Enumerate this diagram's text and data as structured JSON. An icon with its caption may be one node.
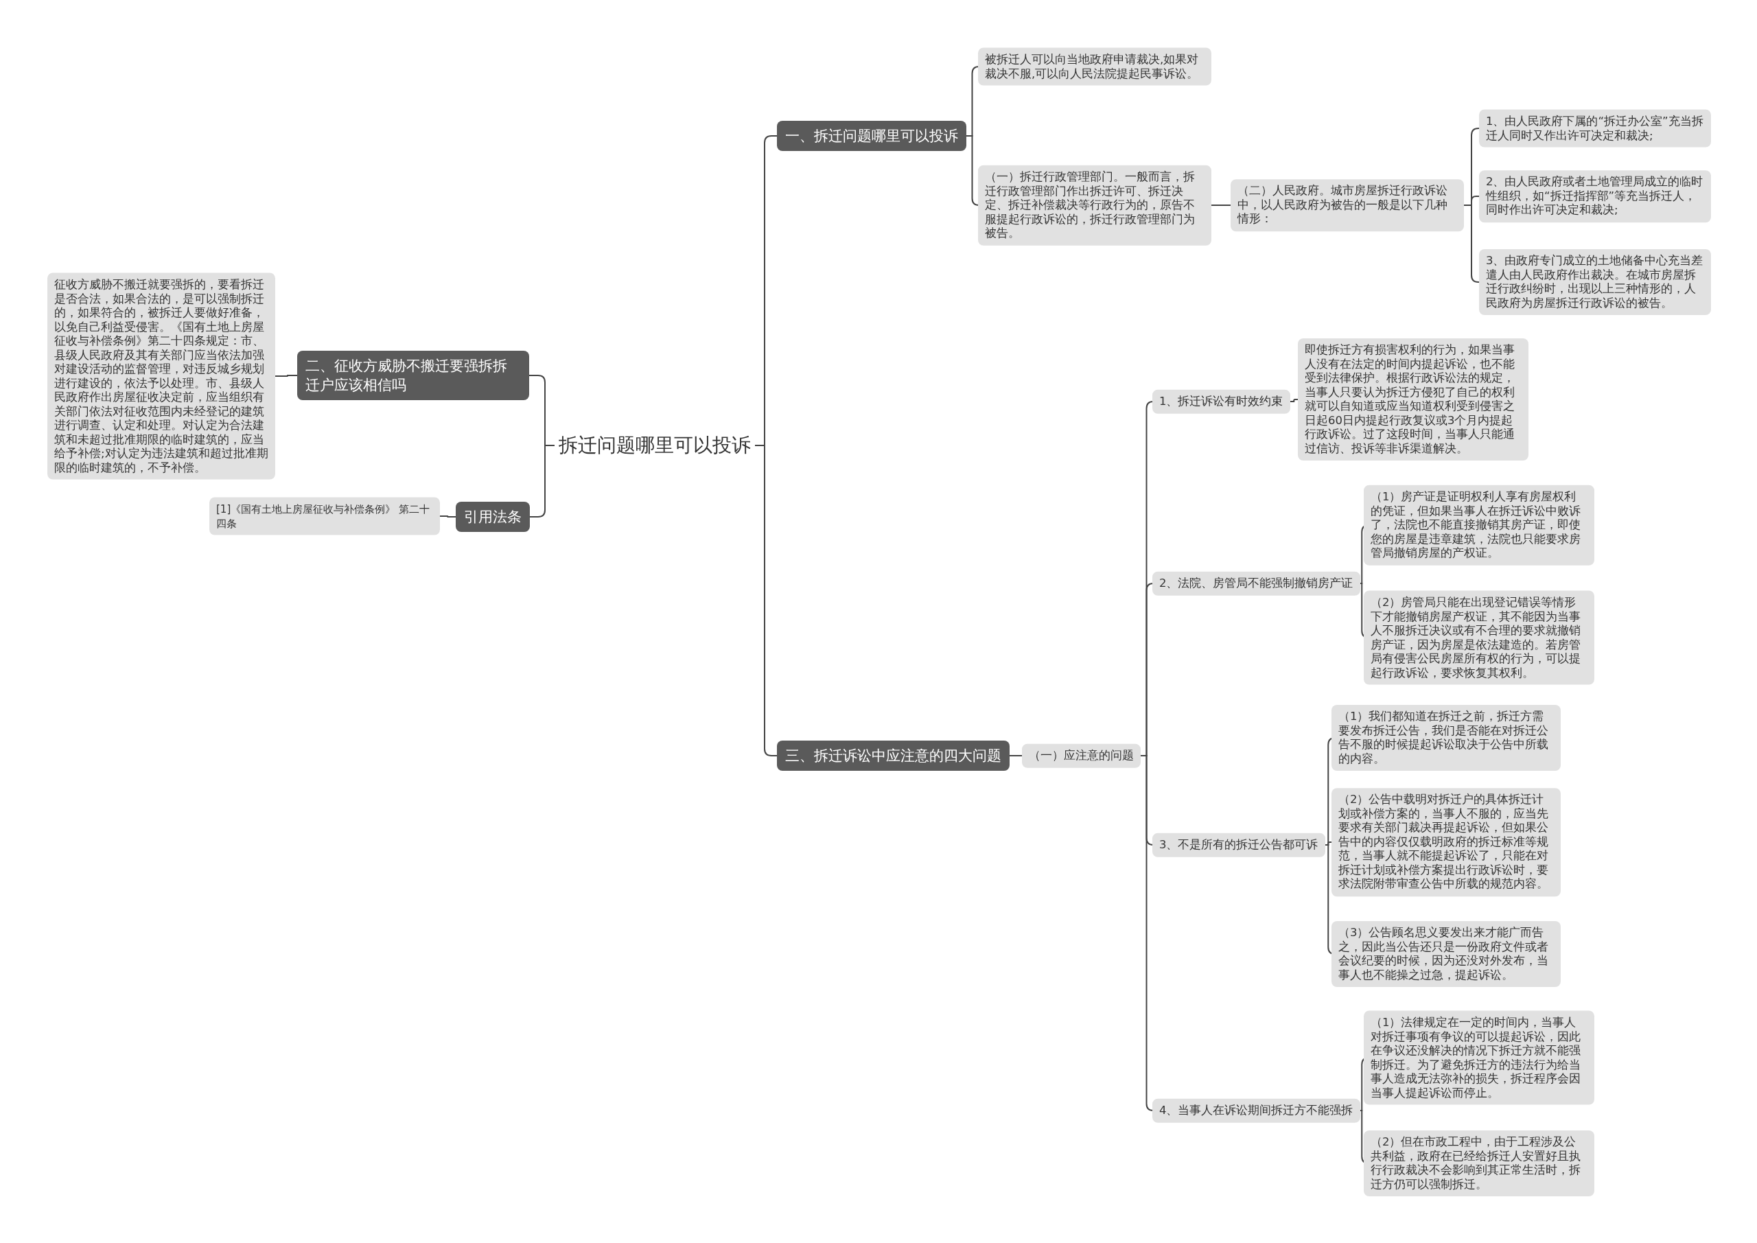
{
  "diagram": {
    "nodes": [
      {
        "text": [
          "拆迁问题哪里可以投诉"
        ]
      },
      {
        "text": [
          "一、拆迁问题哪里可以投诉"
        ]
      },
      {
        "text": [
          "被拆迁人可以向当地政府申请裁决,如果对裁决不服,可以向人民法院提起民事诉讼。"
        ]
      },
      {
        "text": [
          "（一）拆迁行政管理部门。一般而言，拆迁行政管理部门作出拆迁许可、拆迁决定、拆迁补偿裁决等行政行为的，原告不服提起行政诉讼的，拆迁行政管理部门为被告。"
        ]
      },
      {
        "text": [
          "（二）人民政府。城市房屋拆迁行政诉讼中，以人民政府为被告的一般是以下几种情形："
        ]
      },
      {
        "text": [
          "1、由人民政府下属的“拆迁办公室”充当拆迁人同时又作出许可决定和裁决;"
        ]
      },
      {
        "text": [
          "2、由人民政府或者土地管理局成立的临时性组织，如“拆迁指挥部”等充当拆迁人，同时作出许可决定和裁决;"
        ]
      },
      {
        "text": [
          "3、由政府专门成立的土地储备中心充当差遣人由人民政府作出裁决。在城市房屋拆迁行政纠纷时，出现以上三种情形的，人民政府为房屋拆迁行政诉讼的被告。"
        ]
      },
      {
        "text": [
          "三、拆迁诉讼中应注意的四大问题"
        ]
      },
      {
        "text": [
          "（一）应注意的问题"
        ]
      },
      {
        "text": [
          "1、拆迁诉讼有时效约束"
        ]
      },
      {
        "text": [
          "即使拆迁方有损害权利的行为，如果当事人没有在法定的时间内提起诉讼，也不能受到法律保护。根据行政诉讼法的规定，当事人只要认为拆迁方侵犯了自己的权利就可以自知道或应当知道权利受到侵害之日起60日内提起行政复议或3个月内提起行政诉讼。过了这段时间，当事人只能通过信访、投诉等非诉渠道解决。"
        ]
      },
      {
        "text": [
          "2、法院、房管局不能强制撤销房产证"
        ]
      },
      {
        "text": [
          "（1）房产证是证明权利人享有房屋权利的凭证，但如果当事人在拆迁诉讼中败诉了，法院也不能直接撤销其房产证，即使您的房屋是违章建筑，法院也只能要求房管局撤销房屋的产权证。"
        ]
      },
      {
        "text": [
          "（2）房管局只能在出现登记错误等情形下才能撤销房屋产权证，其不能因为当事人不服拆迁决议或有不合理的要求就撤销房产证，因为房屋是依法建造的。若房管局有侵害公民房屋所有权的行为，可以提起行政诉讼，要求恢复其权利。"
        ]
      },
      {
        "text": [
          "3、不是所有的拆迁公告都可诉"
        ]
      },
      {
        "text": [
          "（1）我们都知道在拆迁之前，拆迁方需要发布拆迁公告，我们是否能在对拆迁公告不服的时候提起诉讼取决于公告中所载的内容。"
        ]
      },
      {
        "text": [
          "（2）公告中载明对拆迁户的具体拆迁计划或补偿方案的，当事人不服的，应当先要求有关部门裁决再提起诉讼，但如果公告中的内容仅仅载明政府的拆迁标准等规范，当事人就不能提起诉讼了，只能在对拆迁计划或补偿方案提出行政诉讼时，要求法院附带审查公告中所载的规范内容。"
        ]
      },
      {
        "text": [
          "（3）公告顾名思义要发出来才能广而告之，因此当公告还只是一份政府文件或者会议纪要的时候，因为还没对外发布，当事人也不能操之过急，提起诉讼。"
        ]
      },
      {
        "text": [
          "4、当事人在诉讼期间拆迁方不能强拆"
        ]
      },
      {
        "text": [
          "（1）法律规定在一定的时间内，当事人对拆迁事项有争议的可以提起诉讼，因此在争议还没解决的情况下拆迁方就不能强制拆迁。为了避免拆迁方的违法行为给当事人造成无法弥补的损失，拆迁程序会因当事人提起诉讼而停止。"
        ]
      },
      {
        "text": [
          "（2）但在市政工程中，由于工程涉及公共利益，政府在已经给拆迁人安置好且执行行政裁决不会影响到其正常生活时，拆迁方仍可以强制拆迁。"
        ]
      },
      {
        "text": [
          "二、征收方威胁不搬迁要强拆拆迁户应该相信吗"
        ]
      },
      {
        "text": [
          "征收方威胁不搬迁就要强拆的，要看拆迁是否合法，如果合法的，是可以强制拆迁的，如果符合的，被拆迁人要做好准备，以免自己利益受侵害。《国有土地上房屋征收与补偿条例》第二十四条规定：市、县级人民政府及其有关部门应当依法加强对建设活动的监督管理，对违反城乡规划进行建设的，依法予以处理。市、县级人民政府作出房屋征收决定前，应当组织有关部门依法对征收范围内未经登记的建筑进行调查、认定和处理。对认定为合法建筑和未超过批准期限的临时建筑的，应当给予补偿;对认定为违法建筑和超过批准期限的临时建筑的，不予补偿。"
        ]
      },
      {
        "text": [
          "引用法条"
        ]
      },
      {
        "text": [
          "[1]《国有土地上房屋征收与补偿条例》 第二十四条"
        ]
      }
    ],
    "edges": [
      {
        "from": 0,
        "to": 1,
        "arrow": "none"
      },
      {
        "from": 1,
        "to": 2,
        "arrow": "none"
      },
      {
        "from": 1,
        "to": 3,
        "arrow": "none"
      },
      {
        "from": 3,
        "to": 4,
        "arrow": "none"
      },
      {
        "from": 4,
        "to": 5,
        "arrow": "none"
      },
      {
        "from": 4,
        "to": 6,
        "arrow": "none"
      },
      {
        "from": 4,
        "to": 7,
        "arrow": "none"
      },
      {
        "from": 0,
        "to": 8,
        "arrow": "none"
      },
      {
        "from": 8,
        "to": 9,
        "arrow": "none"
      },
      {
        "from": 9,
        "to": 10,
        "arrow": "none"
      },
      {
        "from": 10,
        "to": 11,
        "arrow": "none"
      },
      {
        "from": 9,
        "to": 12,
        "arrow": "none"
      },
      {
        "from": 12,
        "to": 13,
        "arrow": "none"
      },
      {
        "from": 12,
        "to": 14,
        "arrow": "none"
      },
      {
        "from": 9,
        "to": 15,
        "arrow": "none"
      },
      {
        "from": 15,
        "to": 16,
        "arrow": "none"
      },
      {
        "from": 15,
        "to": 17,
        "arrow": "none"
      },
      {
        "from": 15,
        "to": 18,
        "arrow": "none"
      },
      {
        "from": 9,
        "to": 19,
        "arrow": "none"
      },
      {
        "from": 19,
        "to": 20,
        "arrow": "none"
      },
      {
        "from": 19,
        "to": 21,
        "arrow": "none"
      },
      {
        "from": 0,
        "to": 22,
        "arrow": "none"
      },
      {
        "from": 22,
        "to": 23,
        "arrow": "none"
      },
      {
        "from": 0,
        "to": 24,
        "arrow": "none"
      },
      {
        "from": 24,
        "to": 25,
        "arrow": "none"
      }
    ]
  }
}
